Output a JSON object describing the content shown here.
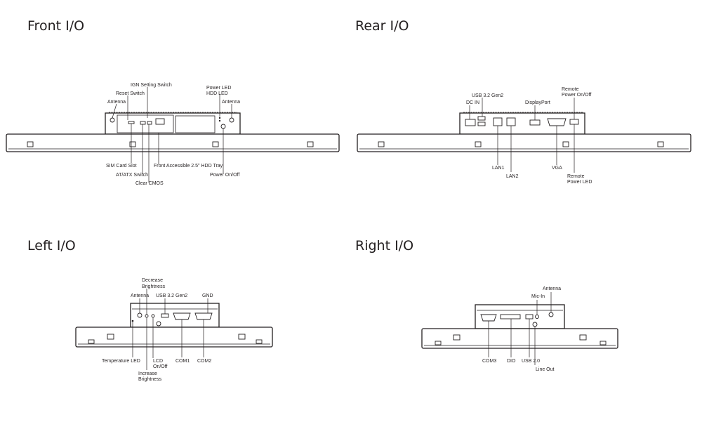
{
  "front": {
    "title": "Front I/O",
    "labels": {
      "ign": "IGN Setting Switch",
      "reset": "Reset Switch",
      "antenna": "Antenna",
      "power_led": "Power LED",
      "hdd_led": "HDD LED",
      "antenna2": "Antenna",
      "sim": "SIM Card Slot",
      "atatx": "AT/ATX Switch",
      "cmos": "Clear CMOS",
      "hdd_tray": "Front Accessible 2.5\" HDD Tray",
      "power": "Power On/Off"
    }
  },
  "rear": {
    "title": "Rear I/O",
    "labels": {
      "usb": "USB 3.2 Gen2",
      "dcin": "DC IN",
      "dp": "DisplayPort",
      "remote_power_1": "Remote",
      "remote_power_2": "Power On/Off",
      "lan1": "LAN1",
      "lan2": "LAN2",
      "vga": "VGA",
      "remote_led_1": "Remote",
      "remote_led_2": "Power LED"
    }
  },
  "left": {
    "title": "Left I/O",
    "labels": {
      "dec_1": "Decrease",
      "dec_2": "Brightness",
      "antenna": "Antenna",
      "usb": "USB 3.2 Gen2",
      "gnd": "GND",
      "temp_led": "Temperature LED",
      "lcd_1": "LCD",
      "lcd_2": "On/Off",
      "com1": "COM1",
      "com2": "COM2",
      "inc_1": "Increase",
      "inc_2": "Brightness"
    }
  },
  "right": {
    "title": "Right I/O",
    "labels": {
      "antenna": "Antenna",
      "micin": "Mic-In",
      "com3": "COM3",
      "dio": "DIO",
      "usb2": "USB 2.0",
      "lineout": "Line Out"
    }
  }
}
